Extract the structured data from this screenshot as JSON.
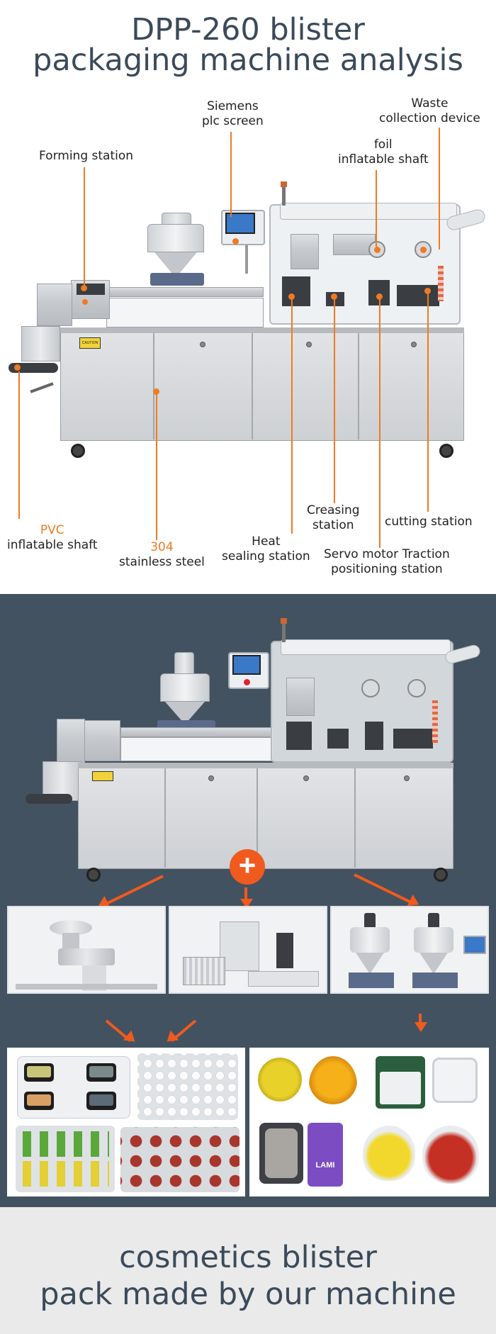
{
  "header": {
    "title_line1": "DPP-260 blister",
    "title_line2": "packaging machine analysis"
  },
  "labels": {
    "forming": "Forming station",
    "siemens_l1": "Siemens",
    "siemens_l2": "plc screen",
    "waste_l1": "Waste",
    "waste_l2": "collection device",
    "foil_l1": "foil",
    "foil_l2": "inflatable shaft",
    "pvc_l1": "PVC",
    "pvc_l2": "inflatable shaft",
    "steel_l1": "304",
    "steel_l2": "stainless steel",
    "heat_l1": "Heat",
    "heat_l2": "sealing station",
    "creasing_l1": "Creasing",
    "creasing_l2": "station",
    "cutting": "cutting station",
    "servo_l1": "Servo motor Traction",
    "servo_l2": "positioning station"
  },
  "plus_symbol": "+",
  "caution_text": "CAUTION",
  "lami_text": "LAMI",
  "footer": {
    "line1": "cosmetics blister",
    "line2": "pack made by our machine"
  },
  "colors": {
    "accent": "#f07a22",
    "arrow": "#f05a1e",
    "dark_bg": "#425260",
    "title": "#3b4a5a"
  }
}
